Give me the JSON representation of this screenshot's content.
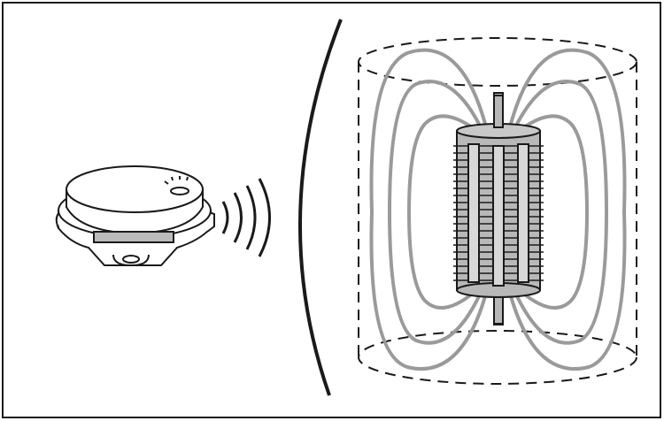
{
  "colors": {
    "line": "#1a1a1a",
    "field_lines": "#9a9a9a",
    "coil_fill": "#b8b8b8",
    "background": "#ffffff"
  },
  "icons": [
    "wireless-transmitter-device",
    "signal-waves",
    "magnetic-coil",
    "magnetic-field-lines"
  ]
}
